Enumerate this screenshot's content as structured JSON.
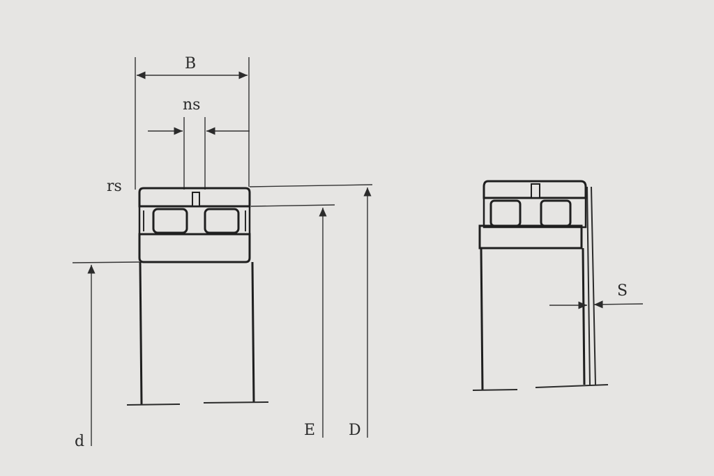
{
  "labels": {
    "B": "B",
    "ns": "ns",
    "rs": "rs",
    "d": "d",
    "E": "E",
    "D": "D",
    "S": "S"
  }
}
